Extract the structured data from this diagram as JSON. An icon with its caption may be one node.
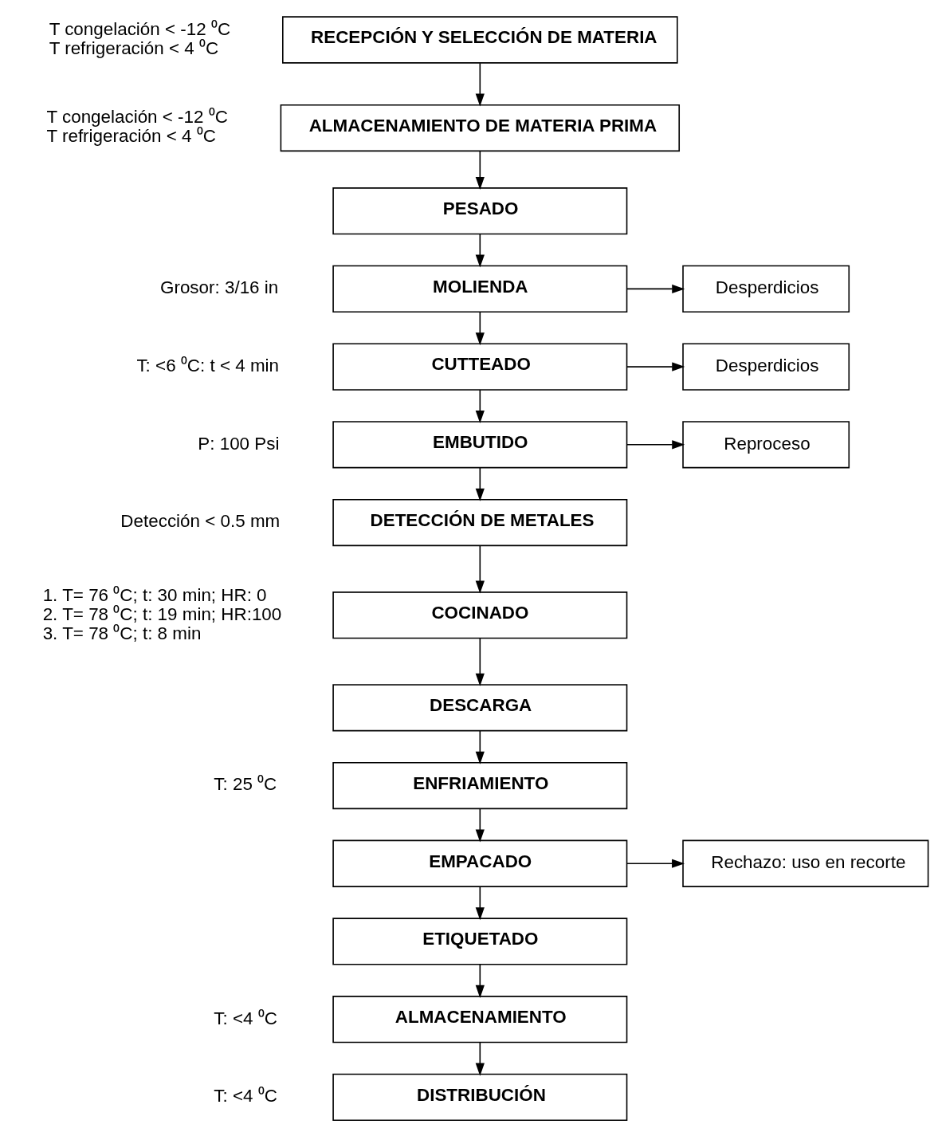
{
  "diagram": {
    "nodes": [
      {
        "text": [
          "RECEPCIÓN Y SELECCIÓN DE MATERIA"
        ],
        "beside": [
          "T congelación < -12 ⁰C",
          "T refrigeración < 4 ⁰C"
        ]
      },
      {
        "text": [
          "ALMACENAMIENTO DE MATERIA PRIMA"
        ],
        "beside": [
          "T congelación < -12 ⁰C",
          "T refrigeración < 4 ⁰C"
        ]
      },
      {
        "text": [
          "PESADO"
        ]
      },
      {
        "text": [
          "MOLIENDA"
        ],
        "beside": [
          "Grosor: 3/16 in"
        ]
      },
      {
        "text": [
          "Desperdicios"
        ]
      },
      {
        "text": [
          "CUTTEADO"
        ],
        "beside": [
          "T: <6 ⁰C: t < 4 min"
        ]
      },
      {
        "text": [
          "Desperdicios"
        ]
      },
      {
        "text": [
          "EMBUTIDO"
        ],
        "beside": [
          "P: 100 Psi"
        ]
      },
      {
        "text": [
          "Reproceso"
        ]
      },
      {
        "text": [
          "DETECCIÓN DE METALES"
        ],
        "beside": [
          "Detección < 0.5 mm"
        ]
      },
      {
        "text": [
          "COCINADO"
        ],
        "beside": [
          "1. T= 76 ⁰C; t: 30 min; HR: 0",
          "2. T= 78 ⁰C; t: 19 min; HR:100",
          "3. T= 78 ⁰C; t: 8 min"
        ]
      },
      {
        "text": [
          "DESCARGA"
        ]
      },
      {
        "text": [
          "ENFRIAMIENTO"
        ],
        "beside": [
          "T: 25 ⁰C"
        ]
      },
      {
        "text": [
          "EMPACADO"
        ]
      },
      {
        "text": [
          "Rechazo: uso en recorte"
        ]
      },
      {
        "text": [
          "ETIQUETADO"
        ]
      },
      {
        "text": [
          "ALMACENAMIENTO"
        ],
        "beside": [
          "T: <4 ⁰C"
        ]
      },
      {
        "text": [
          "DISTRIBUCIÓN"
        ],
        "beside": [
          "T: <4 ⁰C"
        ]
      }
    ],
    "edges": [
      {
        "from": 0,
        "to": 1,
        "arrow": "to"
      },
      {
        "from": 1,
        "to": 2,
        "arrow": "to"
      },
      {
        "from": 2,
        "to": 3,
        "arrow": "to"
      },
      {
        "from": 3,
        "to": 4,
        "arrow": "to"
      },
      {
        "from": 3,
        "to": 5,
        "arrow": "to"
      },
      {
        "from": 5,
        "to": 6,
        "arrow": "to"
      },
      {
        "from": 5,
        "to": 7,
        "arrow": "to"
      },
      {
        "from": 7,
        "to": 8,
        "arrow": "to"
      },
      {
        "from": 7,
        "to": 9,
        "arrow": "to"
      },
      {
        "from": 9,
        "to": 10,
        "arrow": "to"
      },
      {
        "from": 10,
        "to": 11,
        "arrow": "to"
      },
      {
        "from": 11,
        "to": 12,
        "arrow": "to"
      },
      {
        "from": 12,
        "to": 13,
        "arrow": "to"
      },
      {
        "from": 13,
        "to": 14,
        "arrow": "to"
      },
      {
        "from": 13,
        "to": 15,
        "arrow": "to"
      },
      {
        "from": 15,
        "to": 16,
        "arrow": "to"
      },
      {
        "from": 16,
        "to": 17,
        "arrow": "to"
      }
    ]
  }
}
